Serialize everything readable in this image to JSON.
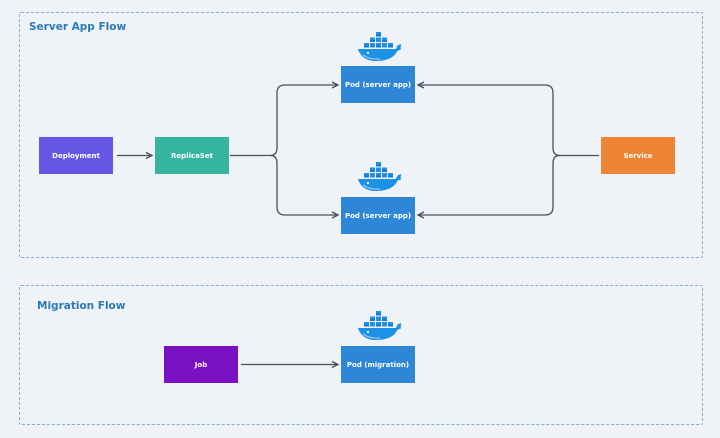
{
  "panels": {
    "server": {
      "title": "Server App Flow"
    },
    "migration": {
      "title": "Migration Flow"
    }
  },
  "nodes": {
    "deployment": "Deployment",
    "replicaset": "ReplicaSet",
    "pod_server_1": "Pod (server app)",
    "pod_server_2": "Pod (server app)",
    "service": "Service",
    "job": "Job",
    "pod_migration": "Pod (migration)"
  },
  "icons": {
    "pod_icon": "docker-whale-icon"
  },
  "colors": {
    "deployment": "#6556e4",
    "replicaset": "#35b5a0",
    "pod": "#2d86d6",
    "service": "#ee8434",
    "job": "#7a10c4",
    "panel_border": "#7fb0d4",
    "panel_title": "#2a7ab8",
    "connector": "#4a4f57",
    "docker_blue": "#1d91e6"
  },
  "edges": [
    {
      "from": "deployment",
      "to": "replicaset"
    },
    {
      "from": "replicaset",
      "to": "pod_server_1"
    },
    {
      "from": "replicaset",
      "to": "pod_server_2"
    },
    {
      "from": "service",
      "to": "pod_server_1"
    },
    {
      "from": "service",
      "to": "pod_server_2"
    },
    {
      "from": "job",
      "to": "pod_migration"
    }
  ]
}
